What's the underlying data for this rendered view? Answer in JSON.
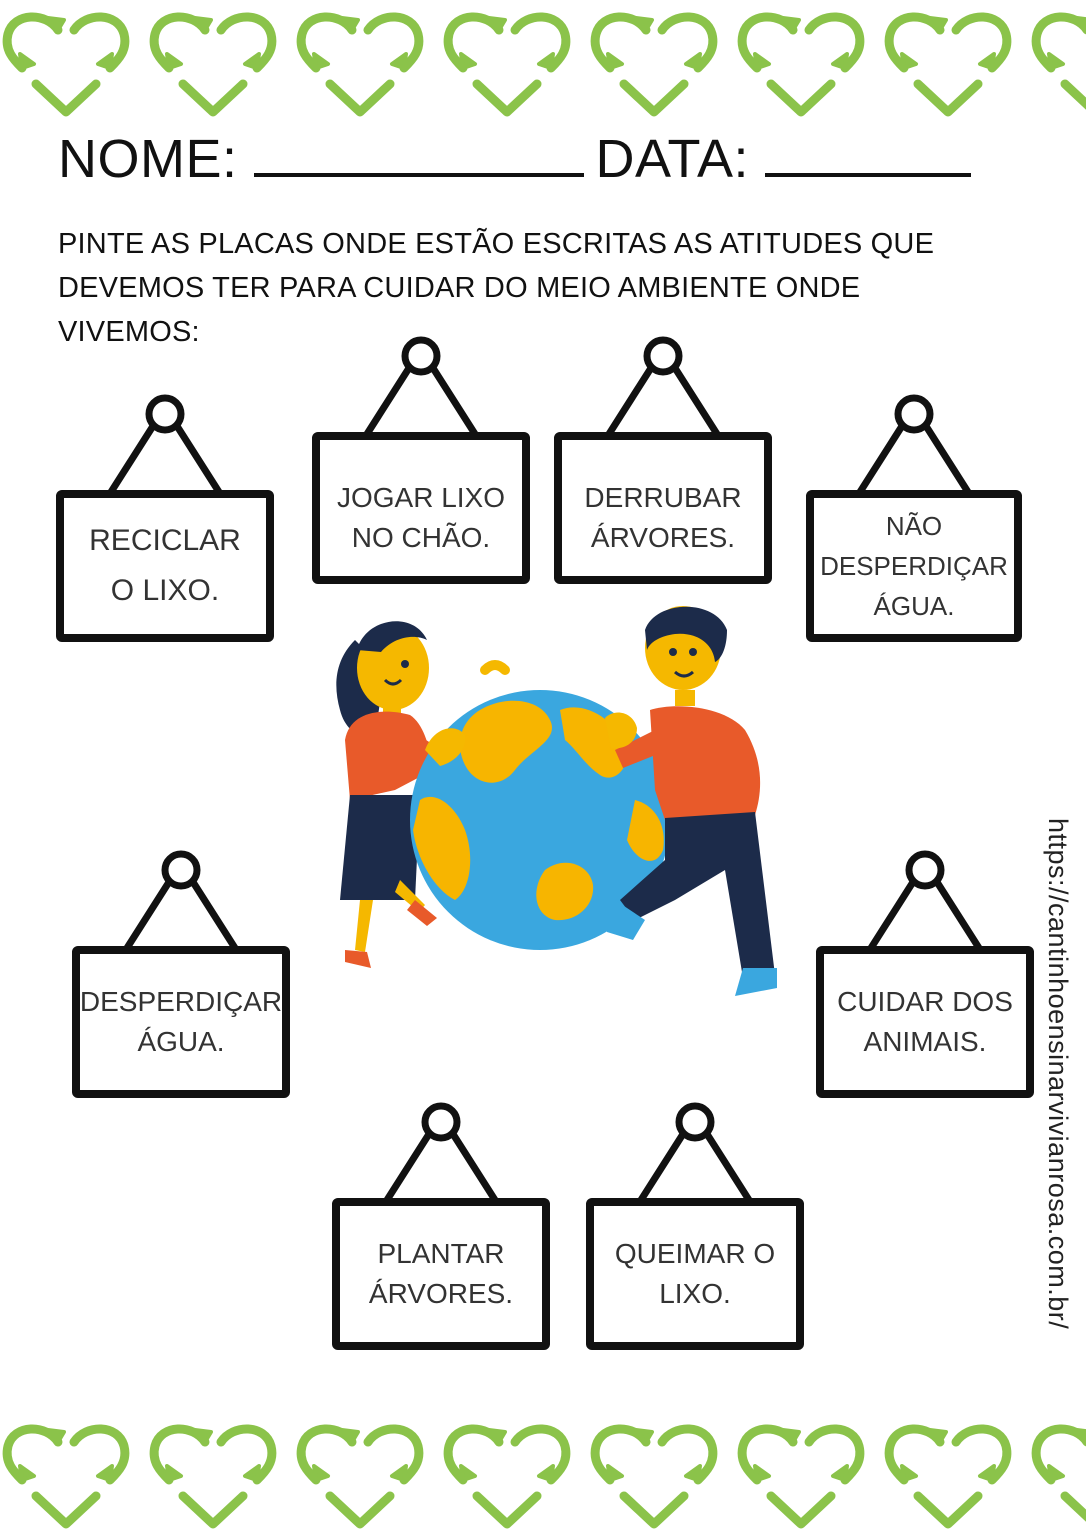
{
  "colors": {
    "border_green": "#8bc34a",
    "ink": "#111111",
    "globe_ocean": "#3aa7df",
    "globe_land": "#f7b500",
    "shirt": "#e85a2a",
    "navy": "#1c2b4a",
    "skin": "#f5b800"
  },
  "icons": {
    "border": "recycle-heart-icon",
    "hanger": "ring-hook-icon"
  },
  "heading": {
    "nome_label": "NOME:",
    "data_label": "DATA:"
  },
  "instructions": "PINTE AS PLACAS ONDE ESTÃO ESCRITAS AS ATITUDES QUE DEVEMOS TER PARA CUIDAR DO MEIO AMBIENTE ONDE VIVEMOS:",
  "signs": [
    {
      "lines": [
        "RECICLAR",
        "O LIXO."
      ]
    },
    {
      "lines": [
        "JOGAR LIXO",
        "NO CHÃO."
      ]
    },
    {
      "lines": [
        "DERRUBAR",
        "ÁRVORES."
      ]
    },
    {
      "lines": [
        "NÃO",
        "DESPERDIÇAR",
        "ÁGUA."
      ]
    },
    {
      "lines": [
        "DESPERDIÇAR",
        "ÁGUA."
      ]
    },
    {
      "lines": [
        "CUIDAR DOS",
        "ANIMAIS."
      ]
    },
    {
      "lines": [
        "PLANTAR",
        "ÁRVORES."
      ]
    },
    {
      "lines": [
        "QUEIMAR O",
        "LIXO."
      ]
    }
  ],
  "watermark": "https://cantinhoensinarvivianrosa.com.br/"
}
